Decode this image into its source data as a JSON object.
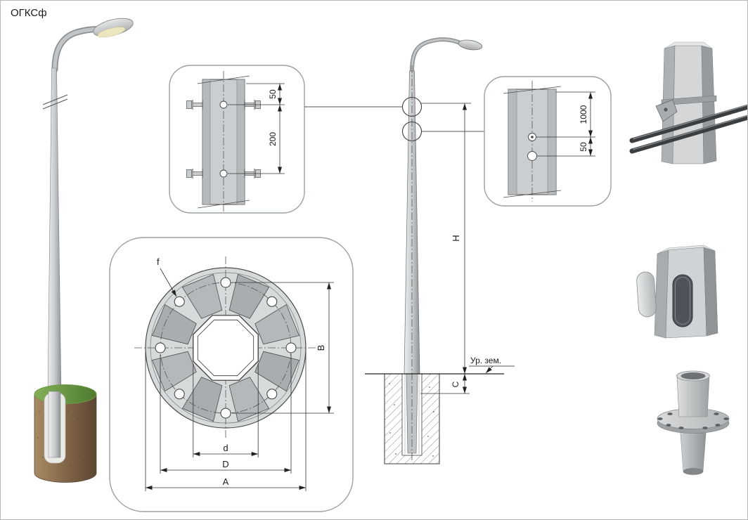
{
  "title": "ОГКСф",
  "top_section_detail": {
    "dim_offset": "50",
    "dim_spacing": "200"
  },
  "right_section_detail": {
    "dim_height": "1000",
    "dim_offset": "50"
  },
  "flange_detail": {
    "hole_label": "f",
    "dim_bolt_span": "B",
    "dim_octagon": "d",
    "dim_bolt_circle": "D",
    "dim_outer": "A"
  },
  "elevation": {
    "dim_height": "H",
    "dim_embed": "C",
    "ground_level_label": "Ур. зем."
  },
  "colors": {
    "line": "#222222",
    "steel_light": "#d4d6d8",
    "steel_dark": "#96999c",
    "foundation_brown": "#7e6347",
    "grass_green": "#6f9c45"
  }
}
